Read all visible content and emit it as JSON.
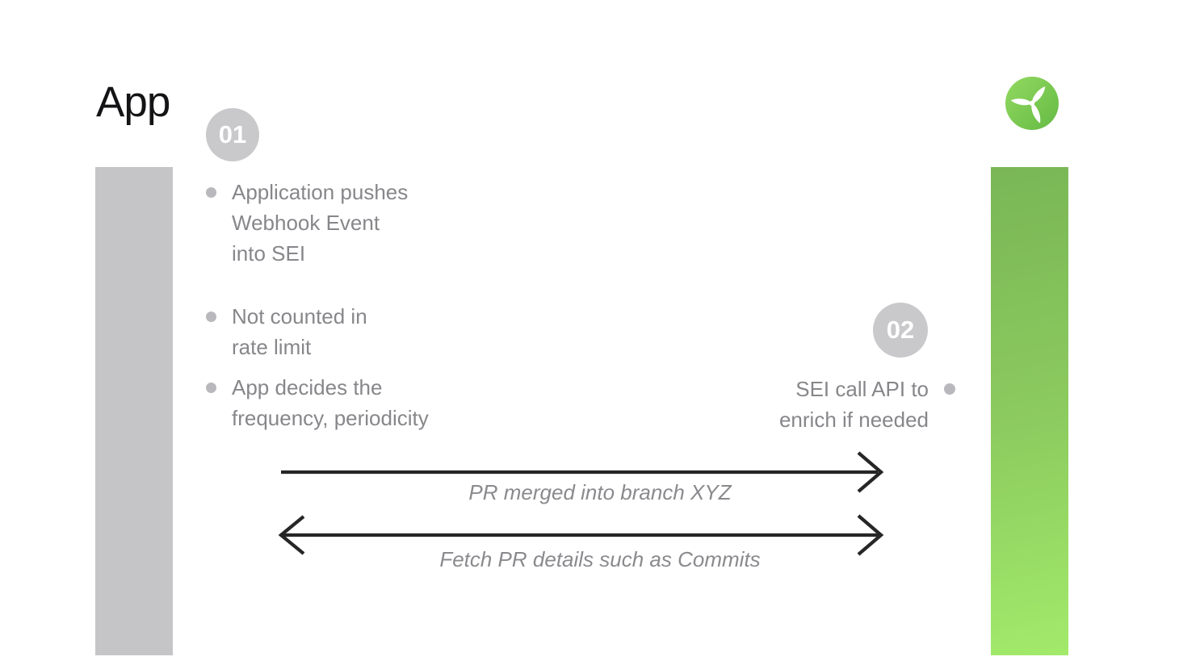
{
  "page": {
    "title": "App"
  },
  "logo": {
    "icon": "propeller-icon",
    "shape": "green-circle"
  },
  "steps": [
    {
      "number": "01"
    },
    {
      "number": "02"
    }
  ],
  "app_notes": [
    {
      "text": "Application pushes\nWebhook Event\ninto SEI"
    },
    {
      "text": "Not counted in\nrate limit"
    },
    {
      "text": "App decides the\nfrequency, periodicity"
    }
  ],
  "sei_notes": [
    {
      "text": "SEI call API to\nenrich if needed"
    }
  ],
  "arrows": [
    {
      "label": "PR merged into branch XYZ",
      "direction": "app-to-sei"
    },
    {
      "label": "Fetch PR details such as Commits",
      "direction": "bidirectional"
    }
  ],
  "colors": {
    "title_text": "#141416",
    "note_text": "#87878b",
    "bullet_dot": "#b9b9bd",
    "badge_bg": "#c9c9cb",
    "badge_text": "#ffffff",
    "gray_bar": "#c5c5c7",
    "green_bar_top": "#79b656",
    "green_bar_bottom": "#a2ea6b",
    "logo_green_light": "#93d961",
    "logo_green_dark": "#64ba44",
    "arrow": "#262626",
    "arrow_label": "#8a8a8e",
    "page_bg": "#ffffff"
  }
}
